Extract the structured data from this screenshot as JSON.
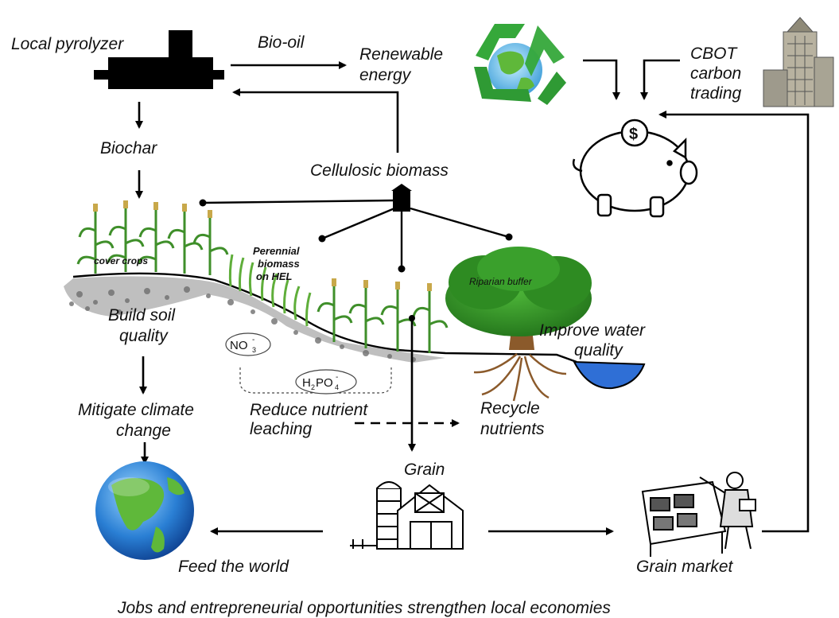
{
  "labels": {
    "local_pyrolyzer": "Local pyrolyzer",
    "bio_oil": "Bio-oil",
    "renewable_energy_1": "Renewable",
    "renewable_energy_2": "energy",
    "cbot_1": "CBOT",
    "cbot_2": "carbon",
    "cbot_3": "trading",
    "biochar": "Biochar",
    "cellulosic_biomass": "Cellulosic biomass",
    "cover_crops": "cover crops",
    "perennial_1": "Perennial",
    "perennial_2": "biomass",
    "perennial_3": "on HEL",
    "riparian_buffer": "Riparian buffer",
    "build_soil_1": "Build soil",
    "build_soil_2": "quality",
    "improve_water_1": "Improve water",
    "improve_water_2": "quality",
    "no3": "NO",
    "no3_sub": "3",
    "no3_sup": "-",
    "h2po4_h": "H",
    "h2po4_sub1": "2",
    "h2po4_po": "PO",
    "h2po4_sub2": "4",
    "h2po4_sup": "-",
    "mitigate_1": "Mitigate climate",
    "mitigate_2": "change",
    "reduce_1": "Reduce nutrient",
    "reduce_2": "leaching",
    "recycle_1": "Recycle",
    "recycle_2": "nutrients",
    "grain": "Grain",
    "feed_world": "Feed the world",
    "grain_market": "Grain market",
    "caption": "Jobs and entrepreneurial opportunities strengthen local economies",
    "piggy_coin": "$"
  },
  "colors": {
    "recycle_green": "#35a83a",
    "globe_ocean": "#2a7fd4",
    "land_green": "#5fb83a",
    "tree_green": "#2e8b22",
    "trunk_brown": "#8b5a2b",
    "water_blue": "#2f6fd6",
    "corn_green": "#3f8f2a"
  },
  "icons": [
    "pyrolyzer-icon",
    "recycle-globe-icon",
    "cbot-building-icon",
    "piggy-bank-icon",
    "globe-icon",
    "barn-silo-icon",
    "grain-market-vendor-icon"
  ]
}
